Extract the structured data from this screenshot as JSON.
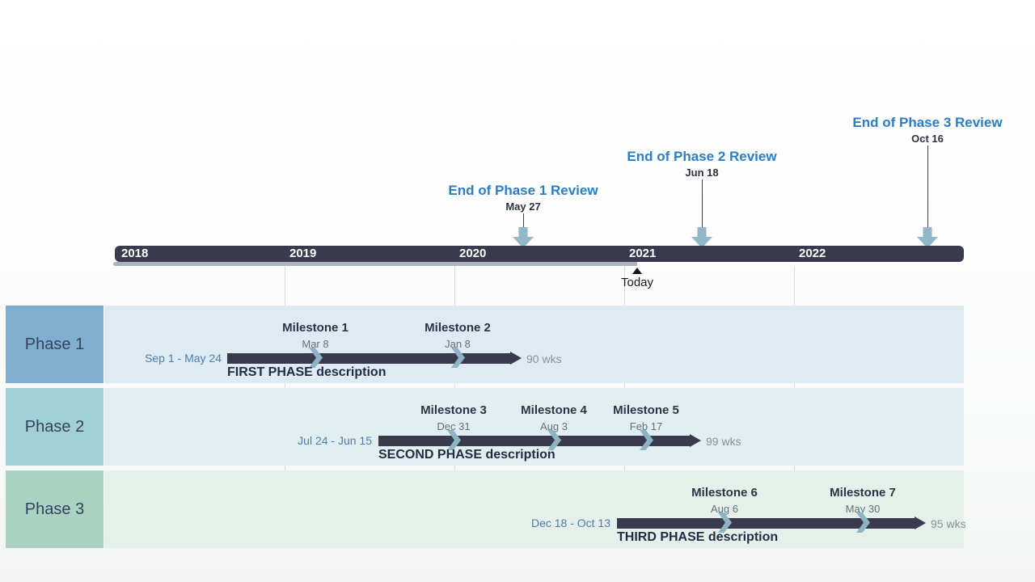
{
  "chart_data": {
    "type": "gantt",
    "timeline_years": [
      "2018",
      "2019",
      "2020",
      "2021",
      "2022"
    ],
    "today": {
      "label": "Today"
    },
    "reviews": [
      {
        "title": "End of Phase 1 Review",
        "date": "May 27"
      },
      {
        "title": "End of Phase 2 Review",
        "date": "Jun 18"
      },
      {
        "title": "End of Phase 3 Review",
        "date": "Oct 16"
      }
    ],
    "phases": [
      {
        "label": "Phase 1",
        "date_range": "Sep 1 - May 24",
        "duration": "90 wks",
        "description": "FIRST PHASE description",
        "milestones": [
          {
            "name": "Milestone 1",
            "date": "Mar 8"
          },
          {
            "name": "Milestone 2",
            "date": "Jan 8"
          }
        ]
      },
      {
        "label": "Phase 2",
        "date_range": "Jul 24 - Jun 15",
        "duration": "99 wks",
        "description": "SECOND PHASE description",
        "milestones": [
          {
            "name": "Milestone 3",
            "date": "Dec 31"
          },
          {
            "name": "Milestone 4",
            "date": "Aug 3"
          },
          {
            "name": "Milestone 5",
            "date": "Feb 17"
          }
        ]
      },
      {
        "label": "Phase 3",
        "date_range": "Dec 18 - Oct 13",
        "duration": "95 wks",
        "description": "THIRD PHASE description",
        "milestones": [
          {
            "name": "Milestone 6",
            "date": "Aug 6"
          },
          {
            "name": "Milestone 7",
            "date": "May 30"
          }
        ]
      }
    ]
  },
  "colors": {
    "timeline_bar": "#3A3A4E",
    "elapsed_strip": "#A9B3BF",
    "review_title_blue": "#2A7DC6",
    "arrow_steel_blue": "#91B7C8",
    "milestone_marker": "#8CB4C5",
    "phase1_block": "#7EAFD1",
    "phase2_block": "#A0D0D6",
    "phase3_block": "#AAD3C4",
    "phase1_row_bg": "#DFEBF3",
    "phase2_row_bg": "#E2EFF0",
    "phase3_row_bg": "#E5F0EA",
    "date_range_text": "#4C7CAE",
    "duration_text": "#8A9097"
  }
}
